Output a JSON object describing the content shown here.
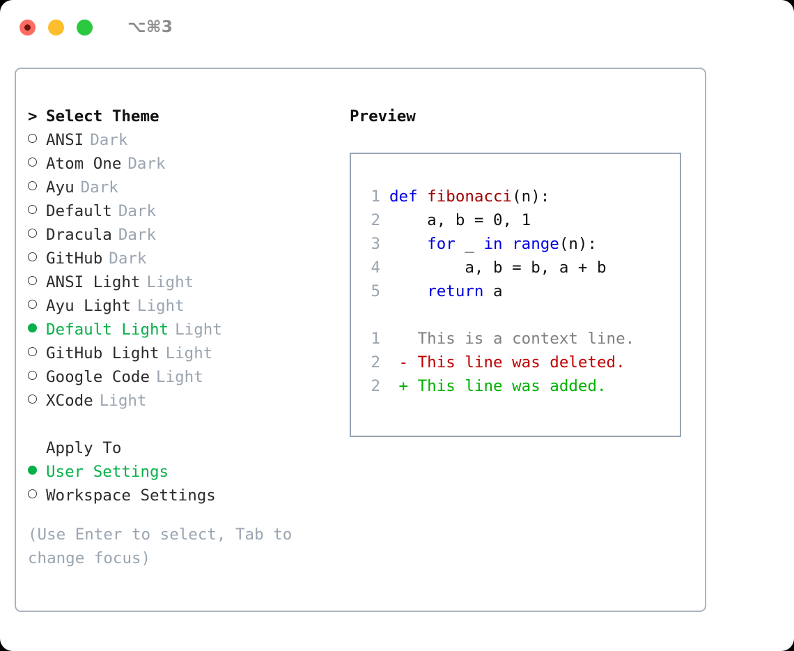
{
  "window": {
    "title": "⌥⌘3",
    "lights": [
      {
        "name": "close-button",
        "color": "#ff6b60"
      },
      {
        "name": "minimize-button",
        "color": "#fdbe2d"
      },
      {
        "name": "maximize-button",
        "color": "#2bc940"
      }
    ]
  },
  "colors": {
    "selected_green": "#08b04a",
    "muted_gray": "#9aa5b1",
    "panel_border": "#aab3c0",
    "code_border": "#99a5b5",
    "keyword_blue": "#0000e0",
    "function_red": "#a00000",
    "diff_add": "#00b000",
    "diff_del": "#c00000",
    "diff_context": "#808080"
  },
  "theme_list": {
    "header": "Select Theme",
    "header_marker": ">",
    "items": [
      {
        "marker": "ring",
        "name": "ANSI",
        "tag": "Dark",
        "selected": false
      },
      {
        "marker": "ring",
        "name": "Atom One",
        "tag": "Dark",
        "selected": false
      },
      {
        "marker": "ring",
        "name": "Ayu",
        "tag": "Dark",
        "selected": false
      },
      {
        "marker": "ring",
        "name": "Default",
        "tag": "Dark",
        "selected": false
      },
      {
        "marker": "ring",
        "name": "Dracula",
        "tag": "Dark",
        "selected": false
      },
      {
        "marker": "ring",
        "name": "GitHub",
        "tag": "Dark",
        "selected": false
      },
      {
        "marker": "ring",
        "name": "ANSI Light",
        "tag": "Light",
        "selected": false
      },
      {
        "marker": "ring",
        "name": "Ayu Light",
        "tag": "Light",
        "selected": false
      },
      {
        "marker": "dot",
        "name": "Default Light",
        "tag": "Light",
        "selected": true
      },
      {
        "marker": "ring",
        "name": "GitHub Light",
        "tag": "Light",
        "selected": false
      },
      {
        "marker": "ring",
        "name": "Google Code",
        "tag": "Light",
        "selected": false
      },
      {
        "marker": "ring",
        "name": "XCode",
        "tag": "Light",
        "selected": false
      }
    ]
  },
  "apply_to": {
    "header": "Apply To",
    "items": [
      {
        "marker": "dot",
        "name": "User Settings",
        "selected": true
      },
      {
        "marker": "ring",
        "name": "Workspace Settings",
        "selected": false
      }
    ]
  },
  "hint": "(Use Enter to select, Tab to change focus)",
  "preview": {
    "label": "Preview",
    "code_lines": [
      {
        "no": "1",
        "tokens": [
          {
            "t": "def ",
            "c": "tok-kw"
          },
          {
            "t": "fibonacci",
            "c": "tok-fn"
          },
          {
            "t": "(n):",
            "c": "tok-txt"
          }
        ]
      },
      {
        "no": "2",
        "tokens": [
          {
            "t": "    a, b = 0, 1",
            "c": "tok-txt"
          }
        ]
      },
      {
        "no": "3",
        "tokens": [
          {
            "t": "    ",
            "c": "tok-txt"
          },
          {
            "t": "for",
            "c": "tok-kw"
          },
          {
            "t": " _ ",
            "c": "tok-txt"
          },
          {
            "t": "in",
            "c": "tok-kw"
          },
          {
            "t": " ",
            "c": "tok-txt"
          },
          {
            "t": "range",
            "c": "tok-bi"
          },
          {
            "t": "(n):",
            "c": "tok-txt"
          }
        ]
      },
      {
        "no": "4",
        "tokens": [
          {
            "t": "        a, b = b, a + b",
            "c": "tok-txt"
          }
        ]
      },
      {
        "no": "5",
        "tokens": [
          {
            "t": "    ",
            "c": "tok-txt"
          },
          {
            "t": "return",
            "c": "tok-kw"
          },
          {
            "t": " a",
            "c": "tok-txt"
          }
        ]
      }
    ],
    "diff_lines": [
      {
        "no": "1",
        "tokens": [
          {
            "t": "   This is a context line.",
            "c": "tok-ctx"
          }
        ]
      },
      {
        "no": "2",
        "tokens": [
          {
            "t": " - This line was deleted.",
            "c": "tok-del"
          }
        ]
      },
      {
        "no": "2",
        "tokens": [
          {
            "t": " + This line was added.",
            "c": "tok-add"
          }
        ]
      }
    ]
  }
}
